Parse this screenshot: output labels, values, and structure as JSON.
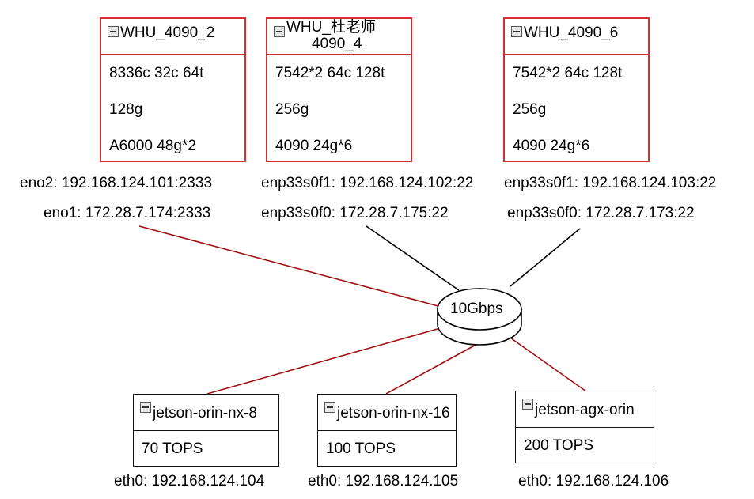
{
  "servers": [
    {
      "title": "WHU_4090_2",
      "specs": [
        "8336c 32c 64t",
        "128g",
        "A6000 48g*2"
      ],
      "ip_primary": "eno2: 192.168.124.101:2333",
      "ip_secondary": "eno1: 172.28.7.174:2333"
    },
    {
      "title_line1": "WHU_杜老师",
      "title_line2": "4090_4",
      "specs": [
        "7542*2 64c 128t",
        "256g",
        "4090 24g*6"
      ],
      "ip_primary": "enp33s0f1: 192.168.124.102:22",
      "ip_secondary": "enp33s0f0: 172.28.7.175:22"
    },
    {
      "title": "WHU_4090_6",
      "specs": [
        "7542*2 64c 128t",
        "256g",
        "4090 24g*6"
      ],
      "ip_primary": "enp33s0f1: 192.168.124.103:22",
      "ip_secondary": "enp33s0f0: 172.28.7.173:22"
    }
  ],
  "switch": {
    "label": "10Gbps"
  },
  "devices": [
    {
      "title": "jetson-orin-nx-8",
      "spec": "70 TOPS",
      "ip": "eth0: 192.168.124.104"
    },
    {
      "title": "jetson-orin-nx-16",
      "spec": "100 TOPS",
      "ip": "eth0: 192.168.124.105"
    },
    {
      "title": "jetson-agx-orin",
      "spec": "200 TOPS",
      "ip": "eth0: 192.168.124.106"
    }
  ],
  "colors": {
    "server_border": "#d32f2f",
    "link_red": "#a01010",
    "link_black": "#000000"
  }
}
